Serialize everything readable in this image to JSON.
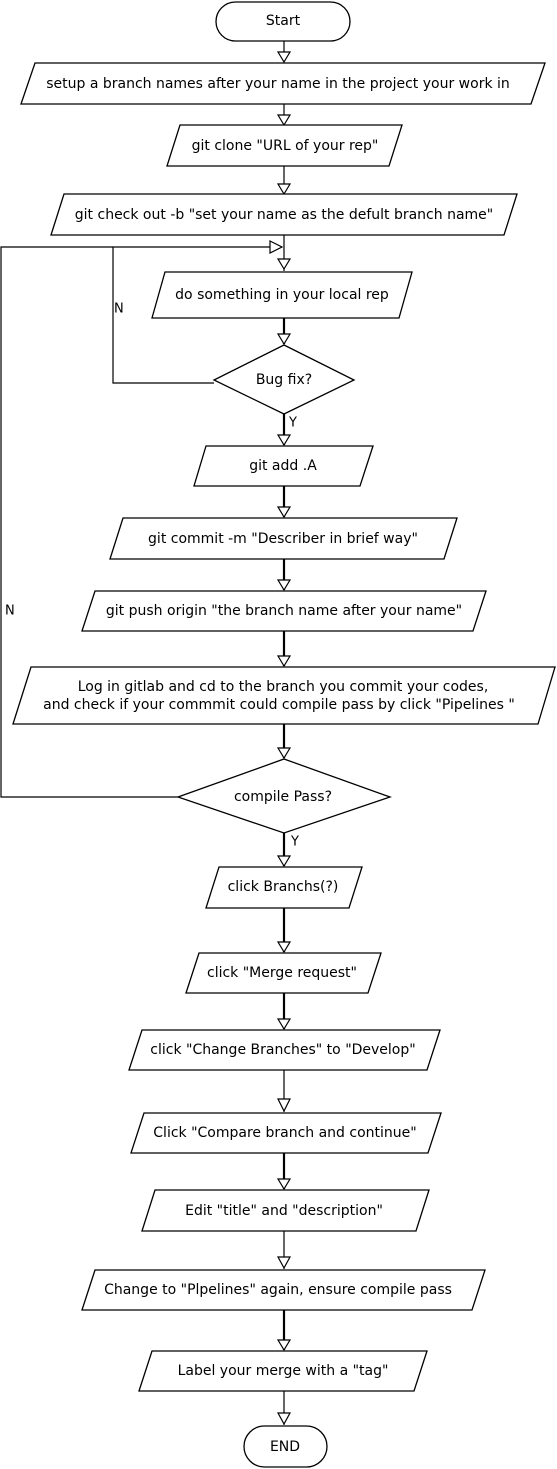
{
  "nodes": {
    "start": "Start",
    "setup_branch": "setup a branch  names after your name in the project your work in",
    "git_clone": "git clone \"URL of your rep\"",
    "git_checkout": "git check out -b \"set your name as the defult branch name\"",
    "do_something": "do something in your local rep",
    "bug_fix": "Bug fix?",
    "git_add": "git add .A",
    "git_commit": "git commit -m \"Describer in brief way\"",
    "git_push": "git push origin \"the branch name after your name\"",
    "gitlab_check_line1": "Log in gitlab and cd to the branch you commit your codes,",
    "gitlab_check_line2": "and check if your commmit could compile pass by click \"Pipelines \"",
    "compile_pass": "compile Pass?",
    "click_branchs": "click Branchs(?)",
    "merge_request": "click \"Merge request\"",
    "change_branches": "click \"Change Branches\" to \"Develop\"",
    "compare_branch": "Click \"Compare branch and continue\"",
    "edit_title": "Edit \"title\" and \"description\"",
    "pipelines_again": "Change to \"Plpelines\" again, ensure compile pass",
    "label_tag": "Label your merge with a \"tag\"",
    "end": "END"
  },
  "edge_labels": {
    "bug_fix_no": "N",
    "bug_fix_yes": "Y",
    "compile_no": "N",
    "compile_yes": "Y"
  }
}
